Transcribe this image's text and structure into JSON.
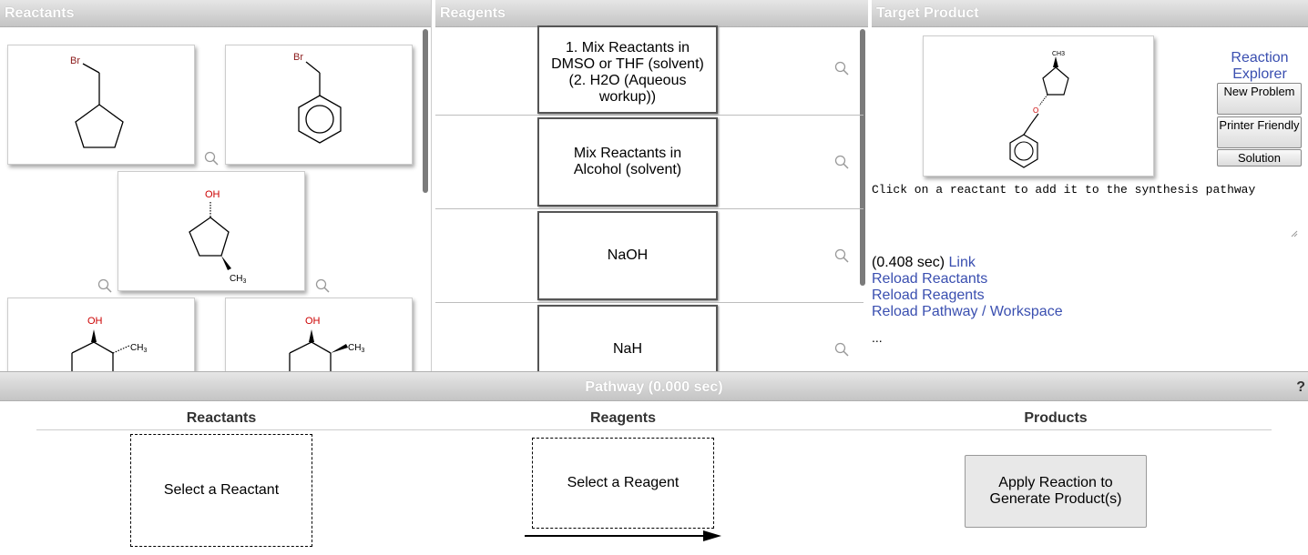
{
  "panels": {
    "reactants": {
      "title": "Reactants"
    },
    "reagents": {
      "title": "Reagents"
    },
    "target": {
      "title": "Target Product"
    }
  },
  "reactant_labels": {
    "br": "Br",
    "oh": "OH",
    "ch3": "CH",
    "sub3": "3"
  },
  "reagents": [
    {
      "label": "1. Mix Reactants in DMSO or THF (solvent) (2. H2O (Aqueous workup))"
    },
    {
      "label": "Mix Reactants in Alcohol (solvent)"
    },
    {
      "label": "NaOH"
    },
    {
      "label": "NaH"
    }
  ],
  "target": {
    "atom_o": "O",
    "atom_ch3": "CH3",
    "side_link": "Reaction Explorer",
    "buttons": {
      "new_problem": "New Problem",
      "printer_friendly": "Printer Friendly",
      "solution": "Solution"
    },
    "message": "Click on a reactant to add it to the synthesis pathway",
    "timing": "(0.408 sec)",
    "link": "Link",
    "reload_reactants": "Reload Reactants",
    "reload_reagents": "Reload Reagents",
    "reload_pathway": "Reload Pathway / Workspace",
    "ellipsis": "..."
  },
  "pathway": {
    "title": "Pathway (0.000 sec)",
    "help": "?",
    "col_reactants": "Reactants",
    "col_reagents": "Reagents",
    "col_products": "Products",
    "select_reactant": "Select a Reactant",
    "select_reagent": "Select a Reagent",
    "apply_button": "Apply Reaction to Generate Product(s)"
  },
  "colors": {
    "link": "#3a4fb0",
    "heteroatom_br": "#8b1a1a",
    "heteroatom_o": "#cc0000"
  }
}
